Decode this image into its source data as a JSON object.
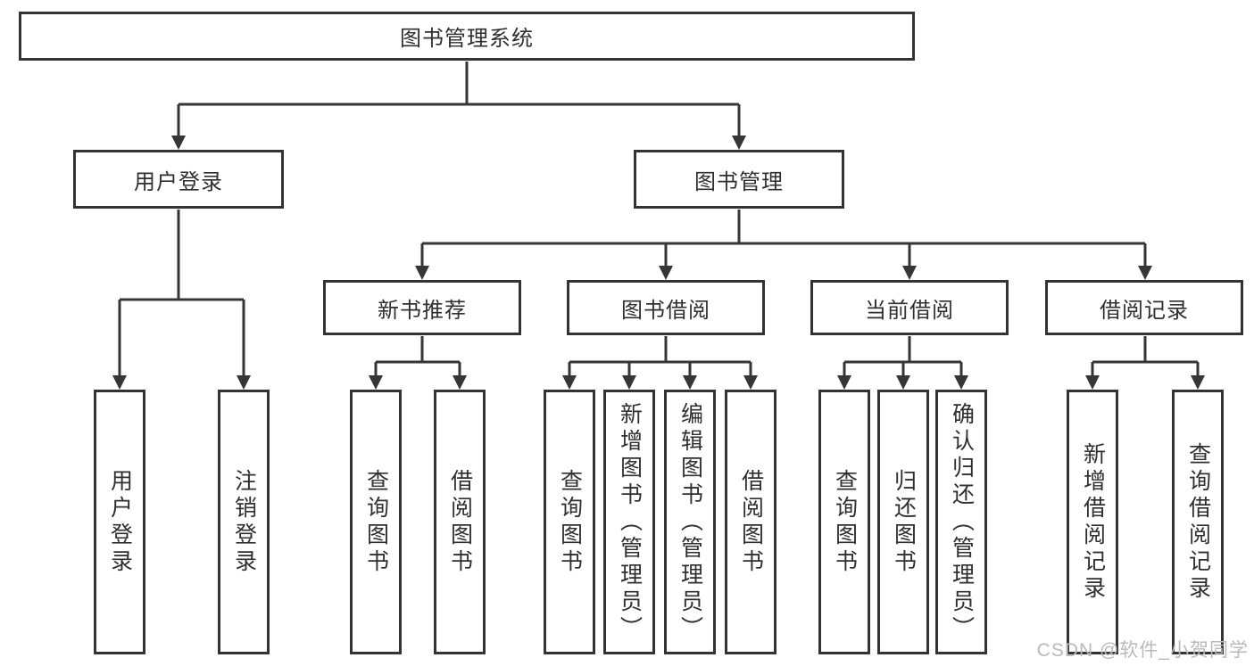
{
  "diagram": {
    "root": {
      "label": "图书管理系统"
    },
    "level2": [
      {
        "label": "用户登录"
      },
      {
        "label": "图书管理"
      }
    ],
    "level3": [
      {
        "label": "新书推荐"
      },
      {
        "label": "图书借阅"
      },
      {
        "label": "当前借阅"
      },
      {
        "label": "借阅记录"
      }
    ],
    "leaves": [
      {
        "label": "用户登录"
      },
      {
        "label": "注销登录"
      },
      {
        "label": "查询图书"
      },
      {
        "label": "借阅图书"
      },
      {
        "label": "查询图书"
      },
      {
        "label": "新增图书（管理员）"
      },
      {
        "label": "编辑图书（管理员）"
      },
      {
        "label": "借阅图书"
      },
      {
        "label": "查询图书"
      },
      {
        "label": "归还图书"
      },
      {
        "label": "确认归还（管理员）"
      },
      {
        "label": "新增借阅记录"
      },
      {
        "label": "查询借阅记录"
      }
    ]
  },
  "watermark": {
    "text": "CSDN @软件_小贺同学"
  },
  "colors": {
    "line": "#363636",
    "border": "#333333",
    "text": "#2f2f2f",
    "watermark": "#b9b9b9",
    "background": "#ffffff"
  }
}
